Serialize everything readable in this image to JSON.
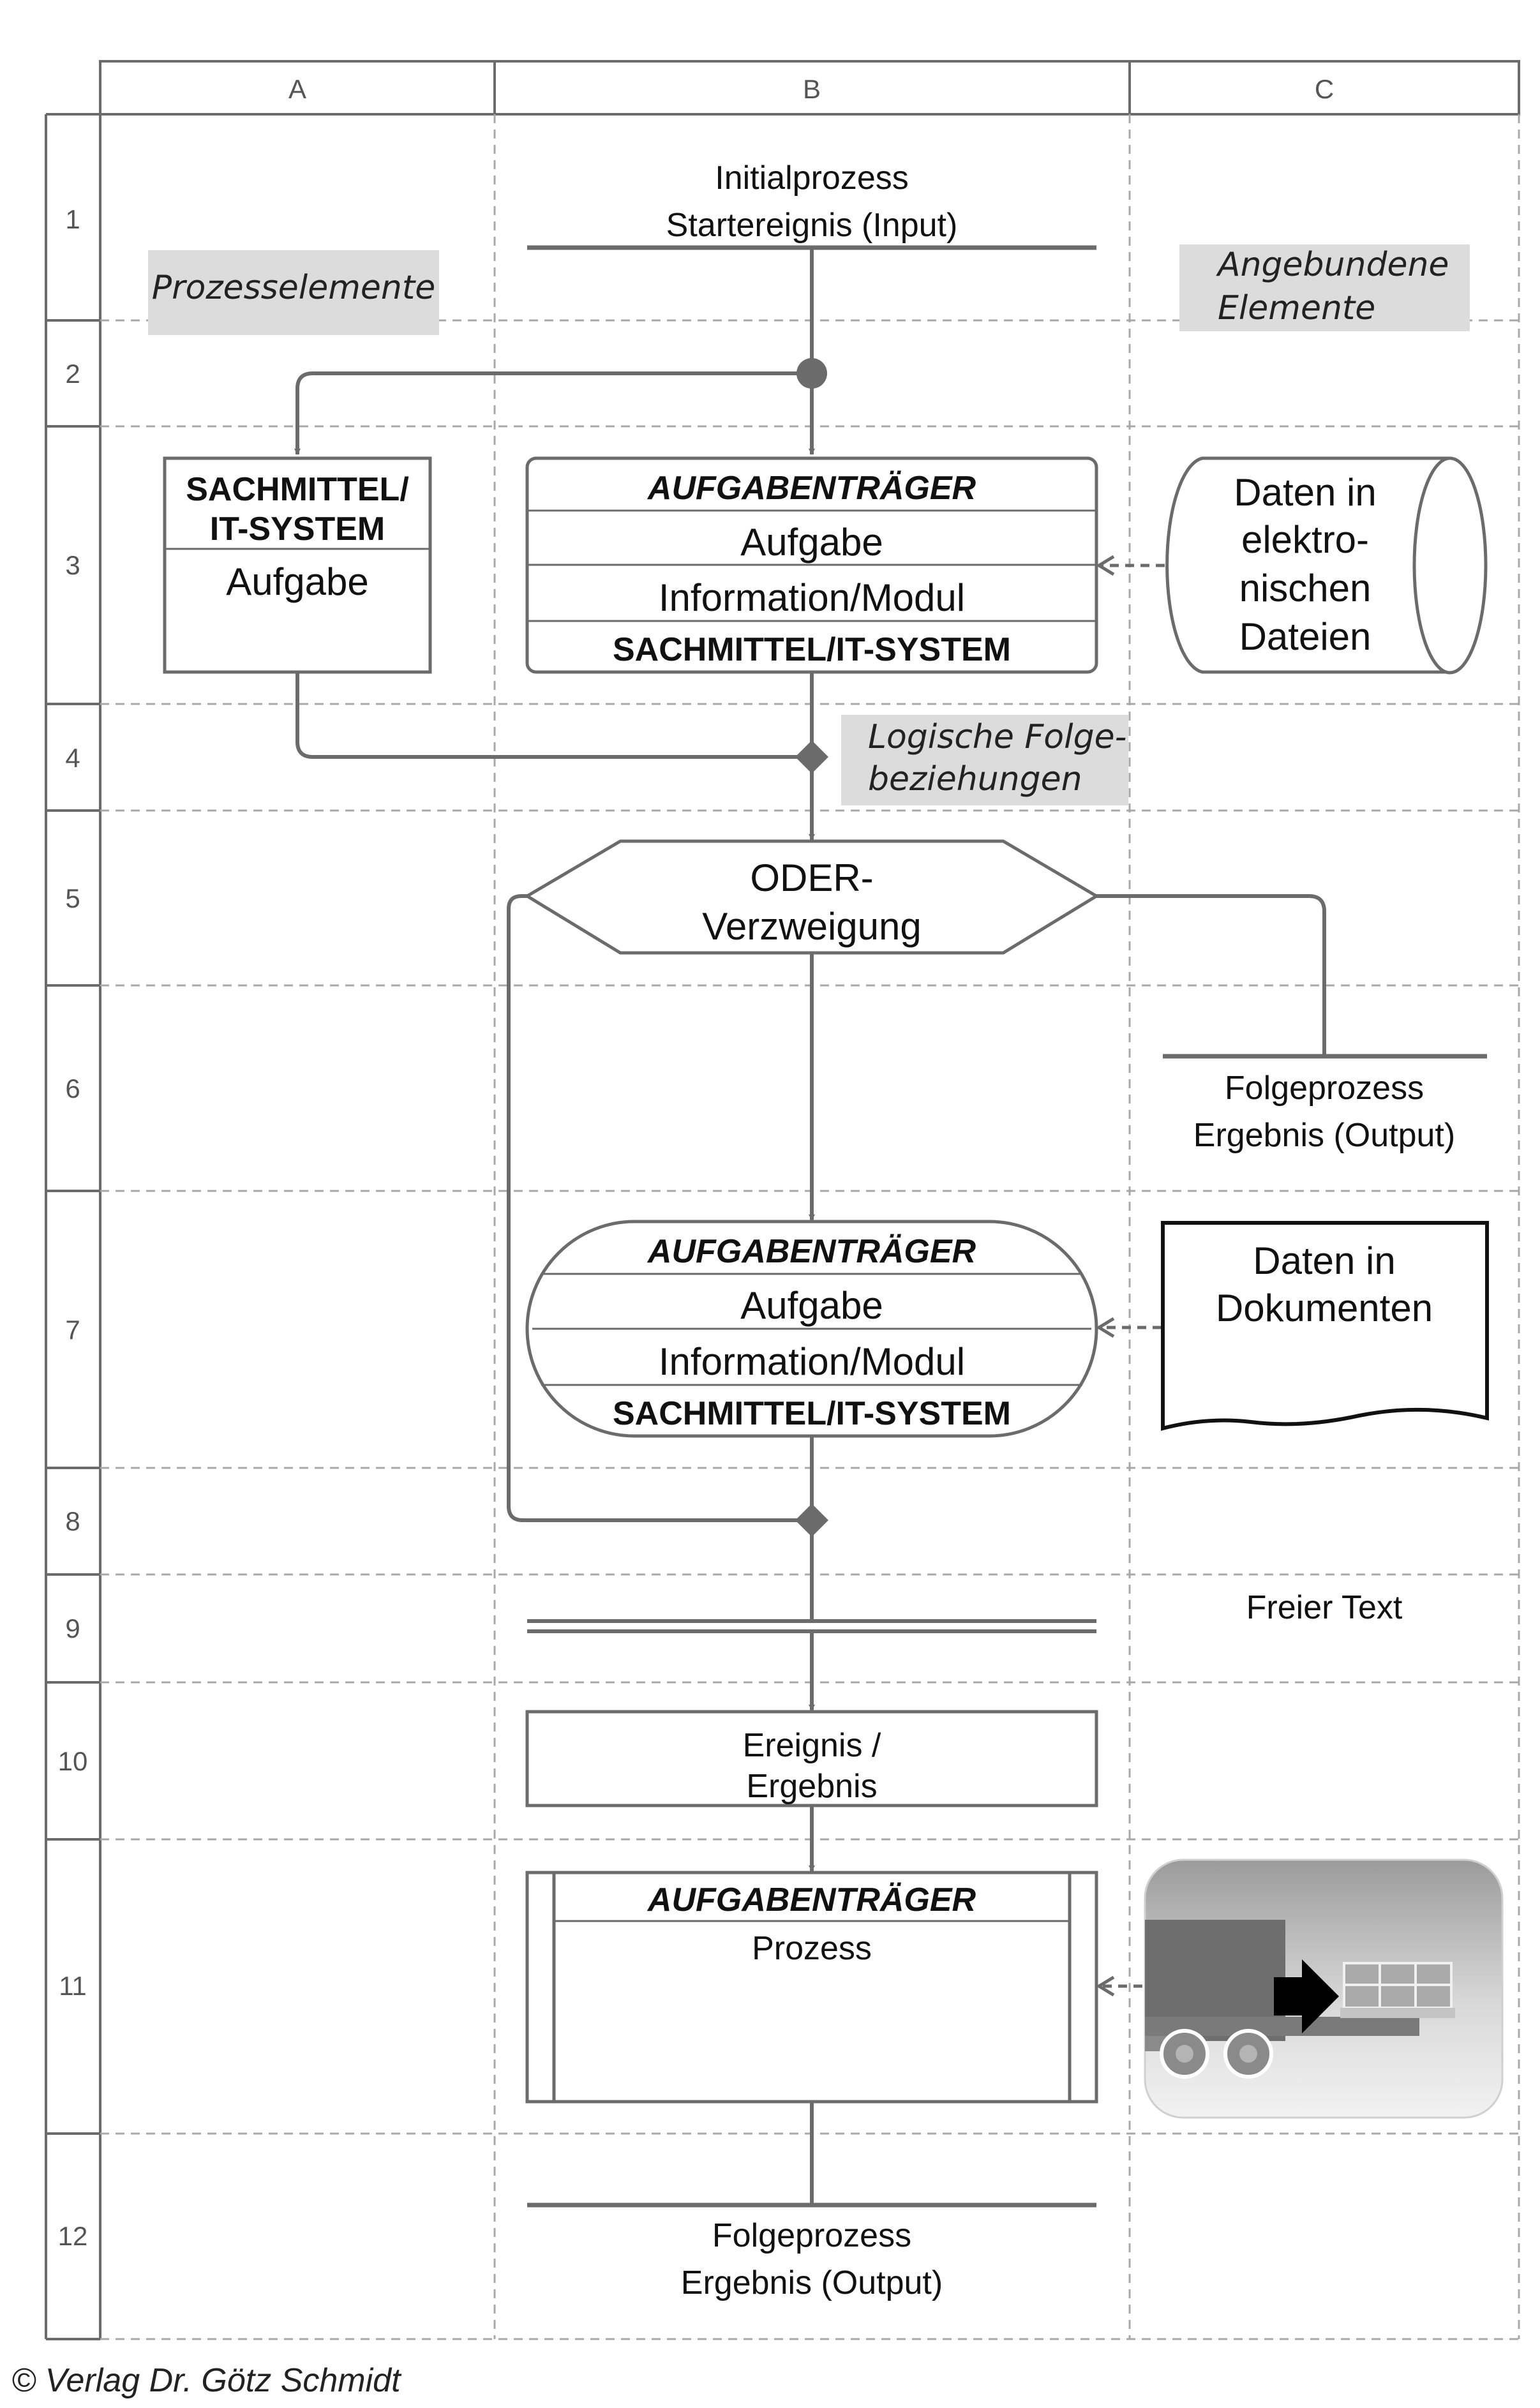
{
  "columns": [
    "A",
    "B",
    "C"
  ],
  "rows": [
    "1",
    "2",
    "3",
    "4",
    "5",
    "6",
    "7",
    "8",
    "9",
    "10",
    "11",
    "12"
  ],
  "labels": {
    "prozesselemente": "Prozesselemente",
    "angebundene_1": "Angebundene",
    "angebundene_2": "Elemente",
    "logische_1": "Logische Folge-",
    "logische_2": "beziehungen"
  },
  "start_event": {
    "line1": "Initialprozess",
    "line2": "Startereignis (Input)"
  },
  "task_a": {
    "line1": "SACHMITTEL/",
    "line2": "IT-SYSTEM",
    "line3": "Aufgabe"
  },
  "task_b": {
    "header": "AUFGABENTRÄGER",
    "task": "Aufgabe",
    "info": "Information/Modul",
    "footer": "SACHMITTEL/IT-SYSTEM"
  },
  "datastore": {
    "line1": "Daten in",
    "line2": "elektro-",
    "line3": "nischen",
    "line4": "Dateien"
  },
  "branch": {
    "line1": "ODER-",
    "line2": "Verzweigung"
  },
  "follow_right": {
    "line1": "Folgeprozess",
    "line2": "Ergebnis (Output)"
  },
  "task_c": {
    "header": "AUFGABENTRÄGER",
    "task": "Aufgabe",
    "info": "Information/Modul",
    "footer": "SACHMITTEL/IT-SYSTEM"
  },
  "document": {
    "line1": "Daten in",
    "line2": "Dokumenten"
  },
  "free_text": "Freier Text",
  "event_box": {
    "line1": "Ereignis /",
    "line2": "Ergebnis"
  },
  "subprocess": {
    "header": "AUFGABENTRÄGER",
    "body": "Prozess"
  },
  "follow_bottom": {
    "line1": "Folgeprozess",
    "line2": "Ergebnis (Output)"
  },
  "copyright": "© Verlag Dr. Götz Schmidt",
  "colors": {
    "stroke": "#6b6b6b",
    "grid": "#a8a8a8",
    "label_bg": "#dcdcdc",
    "text": "#111111"
  },
  "icons": [
    "truck-icon"
  ]
}
